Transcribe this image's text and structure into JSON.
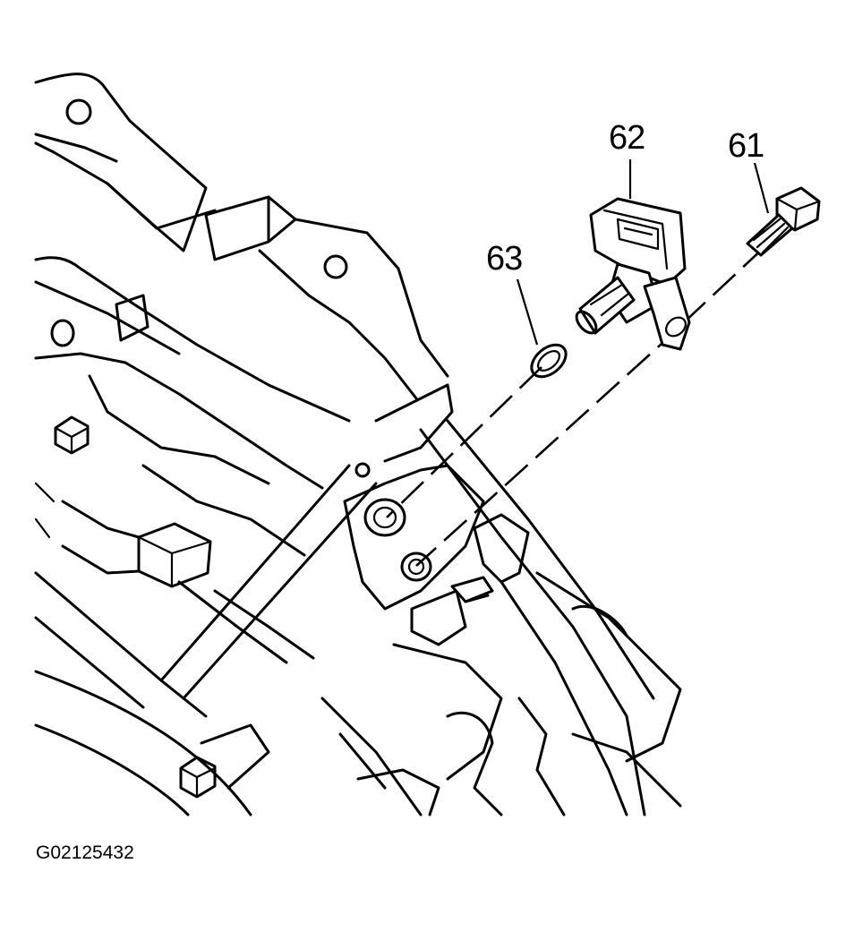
{
  "callouts": {
    "bolt": "61",
    "sensor": "62",
    "o_ring": "63"
  },
  "figure_id": "G02125432",
  "colors": {
    "line": "#000000",
    "background": "#ffffff"
  }
}
